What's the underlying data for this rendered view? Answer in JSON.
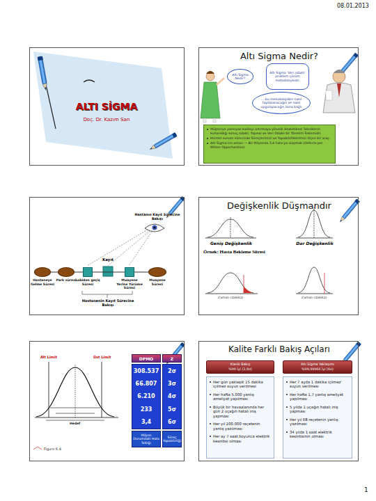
{
  "diagram": {
    "nodes": [
      {
        "text": [
          "ALTI SİGMA",
          "Doç. Dr. Kazım Sarı"
        ]
      },
      {
        "text": [
          "Altı Sigma Nedir?"
        ]
      },
      {
        "text": [
          "Altı Sigma Nedir?"
        ],
        "in": 1
      },
      {
        "text": [
          "Altı Sigma 'Veri odaklı' problem çözüm metodolojisidir."
        ],
        "in": 1
      },
      {
        "text": [
          "….bu metodolojiden nasıl faydalanacağın ve nasıl uygulayacağın sana bağlı"
        ],
        "in": 1
      },
      {
        "text": [
          "Müşteriye yansıyan kaliteyi artırmaya yönelik İstatistiksel Tekniklerin kullanıldığı sonuç odaklı, Yapısal ve Veri Odaklı bir Yönetim Sistemidir.",
          "Hizmet sunum sürecinde Süreçlerimizi ve Yapabilirliklerimizi ölçen bir araç.",
          "Altı Sigma’nın amacı — Bir Milyonda 3,4 hata’ya ulaşmak (Defects per Million Opportunities)"
        ],
        "in": 1
      },
      {
        "text": [
          "Hastanın Kayıt Sürecine Bakışı",
          "Kayıt",
          "Hastanenin Kayıt Sürecine Bakışı"
        ]
      },
      {
        "text": [
          "Hastaneye Gelme Süresi"
        ],
        "in": 6
      },
      {
        "text": [
          "Park süresi"
        ],
        "in": 6
      },
      {
        "text": [
          "Lobiden geçiş Süresi"
        ],
        "in": 6
      },
      {
        "text": [
          "Muayene Yerine Yürüme Süresi"
        ],
        "in": 6
      },
      {
        "text": [
          "Muayene Süresi"
        ],
        "in": 6
      },
      {
        "text": [
          "Değişkenlik Düşmandır",
          "Geniş Değişkenlik",
          "Dar Değişkenlik",
          "Örnek: Hasta Bekleme Süresi"
        ]
      },
      {
        "text": [
          "Figure 6.4"
        ]
      },
      {
        "text": [
          "DPMO"
        ],
        "in": 13
      },
      {
        "text": [
          "Z"
        ],
        "in": 13
      },
      {
        "text": [
          "308.537",
          "66.807",
          "6.210",
          "233",
          "3,4"
        ],
        "in": 13
      },
      {
        "text": [
          "2σ",
          "3σ",
          "4σ",
          "5σ",
          "6σ"
        ],
        "in": 13
      },
      {
        "text": [
          "Milyon Durumdaki Hata Sıklığı"
        ],
        "in": 13
      },
      {
        "text": [
          "Süreç Yapabilirliği"
        ],
        "in": 13
      },
      {
        "text": [
          "Kalite Farklı Bakış Açıları"
        ]
      },
      {
        "text": [
          "Klasik Bakış",
          "%99 İyi (3,8σ)"
        ],
        "in": 20
      },
      {
        "text": [
          "Altı Sigma Yaklaşımı",
          "%99,99966 İyi (6σ)"
        ],
        "in": 20
      },
      {
        "text": [
          "Her gün yaklaşık 15 dakika içilmez suyun verilmesi",
          "Her hafta 5.000 yanlış ameliyat yapılması",
          "Büyük bir havaalanında her gün 2 uçağın hatalı iniş yapması",
          "Her yıl 200.000 reçetenin yanlış yazılması",
          "Her ay 7 saat boyunca elektrik kesintisi olması"
        ],
        "in": 20
      },
      {
        "text": [
          "Her 7 ayda 1 dakika içilmez suyun verilmesi",
          "Her hafta 1,7 yanlış ameliyat yapılması",
          "5 yılda 1 uçağın hatalı iniş yapması",
          "Her yıl 68 reçetenin yanlış yazılması",
          "34 yılda 1 saat elektrik kesintisinin olması"
        ],
        "in": 20
      }
    ],
    "edges": [
      {
        "from": 7,
        "to": 8,
        "arrow": "none"
      },
      {
        "from": 8,
        "to": 9,
        "arrow": "none"
      },
      {
        "from": 9,
        "to": 10,
        "arrow": "none"
      },
      {
        "from": 10,
        "to": 11,
        "arrow": "none"
      }
    ],
    "labels": [
      "08.01.2013",
      "Zaman (dakika)",
      "Zaman (dakika)",
      "Alt Limit",
      "Üst Limit",
      "Hedef",
      "1"
    ]
  }
}
